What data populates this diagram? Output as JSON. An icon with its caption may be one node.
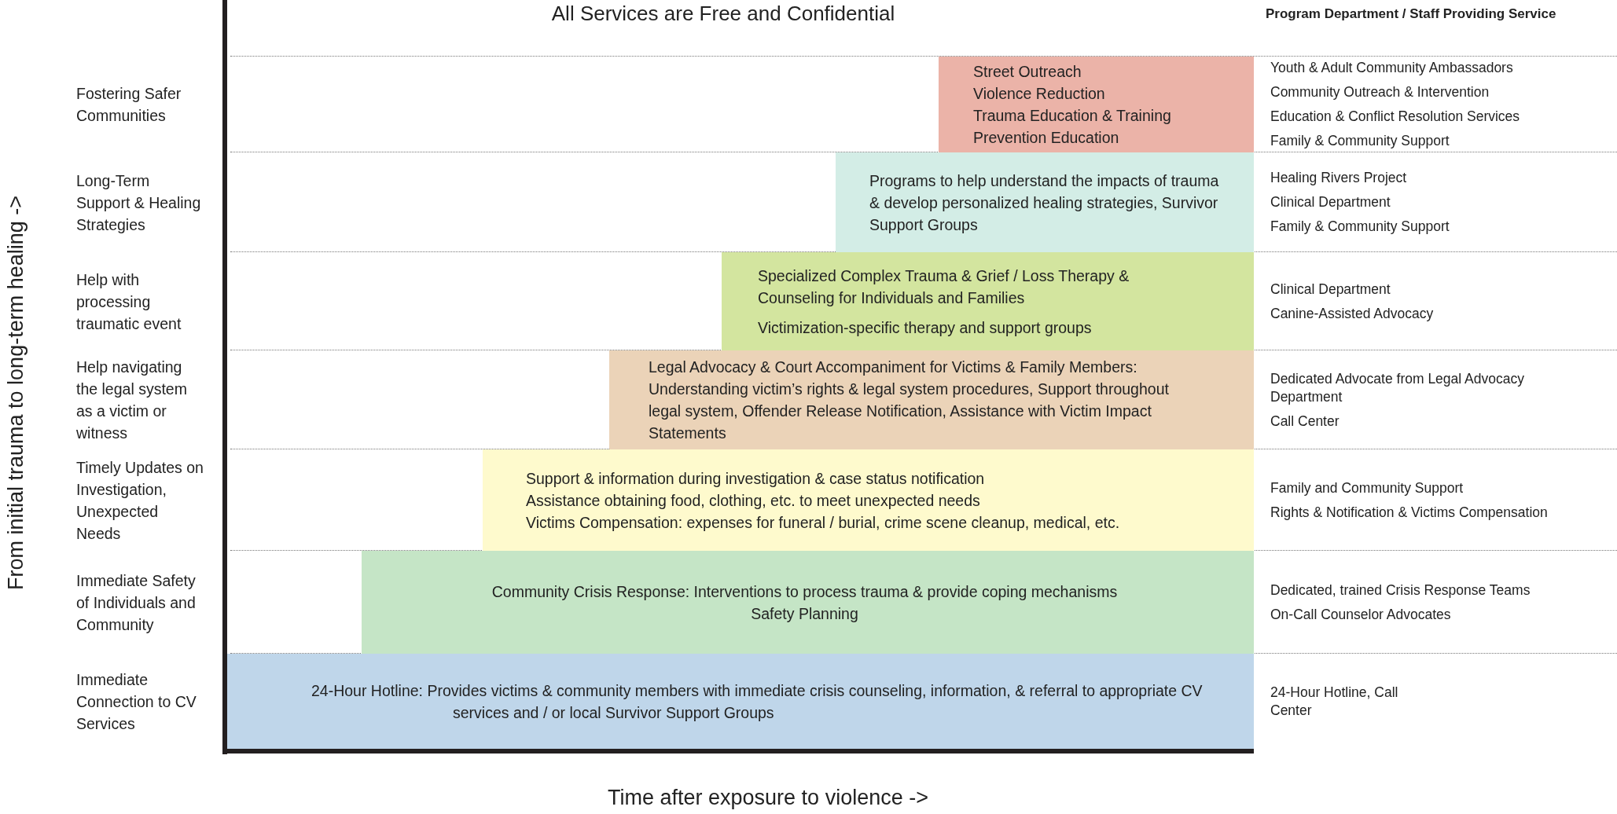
{
  "diagram": {
    "title": "All Services are Free and Confidential",
    "nodes": [
      {
        "text": [
          "Street Outreach",
          "Violence Reduction",
          "Trauma Education & Training",
          "Prevention Education"
        ],
        "beside": [
          "Youth & Adult Community Ambassadors",
          "Community Outreach & Intervention",
          "Education & Conflict Resolution Services",
          "Family & Community Support"
        ]
      },
      {
        "text": [
          "Programs to help understand the impacts of trauma & develop personalized healing strategies, Survivor Support Groups"
        ],
        "beside": [
          "Healing Rivers Project",
          "Clinical Department",
          "Family & Community Support"
        ]
      },
      {
        "text": [
          "Specialized Complex Trauma & Grief / Loss Therapy & Counseling for Individuals and Families",
          "Victimization-specific therapy and support groups"
        ],
        "beside": [
          "Clinical Department",
          "Canine-Assisted Advocacy"
        ]
      },
      {
        "text": [
          "Legal Advocacy & Court Accompaniment for Victims & Family Members: Understanding victim’s rights & legal system procedures, Support throughout legal system, Offender Release Notification, Assistance with Victim Impact Statements"
        ],
        "beside": [
          "Dedicated Advocate from Legal Advocacy Department",
          "Call Center"
        ]
      },
      {
        "text": [
          "Support & information during investigation & case status notification",
          "Assistance obtaining food, clothing, etc. to meet unexpected needs",
          "Victims Compensation: expenses for funeral / burial, crime scene cleanup, medical, etc."
        ],
        "beside": [
          "Family and Community Support",
          "Rights & Notification & Victims Compensation"
        ]
      },
      {
        "text": [
          "Community Crisis Response: Interventions to process trauma & provide coping mechanisms",
          "Safety Planning"
        ],
        "beside": [
          "Dedicated, trained Crisis Response Teams",
          "On-Call Counselor Advocates"
        ]
      },
      {
        "text": [
          "24-Hour Hotline: Provides victims & community members with immediate crisis counseling, information, & referral to appropriate CV services and / or local Survivor Support Groups"
        ],
        "beside": [
          "24-Hour Hotline, Call Center"
        ]
      }
    ],
    "edges": [],
    "labels": [
      "Program Department / Staff Providing Service",
      "Fostering Safer Communities",
      "Long-Term Support & Healing Strategies",
      "Help with processing traumatic event",
      "Help navigating the legal system as a victim or witness",
      "Timely Updates on Investigation, Unexpected Needs",
      "Immediate Safety of Individuals and Community",
      "Immediate Connection to CV Services",
      "From initial trauma to long-term healing ->",
      "Time after exposure to violence ->"
    ]
  }
}
